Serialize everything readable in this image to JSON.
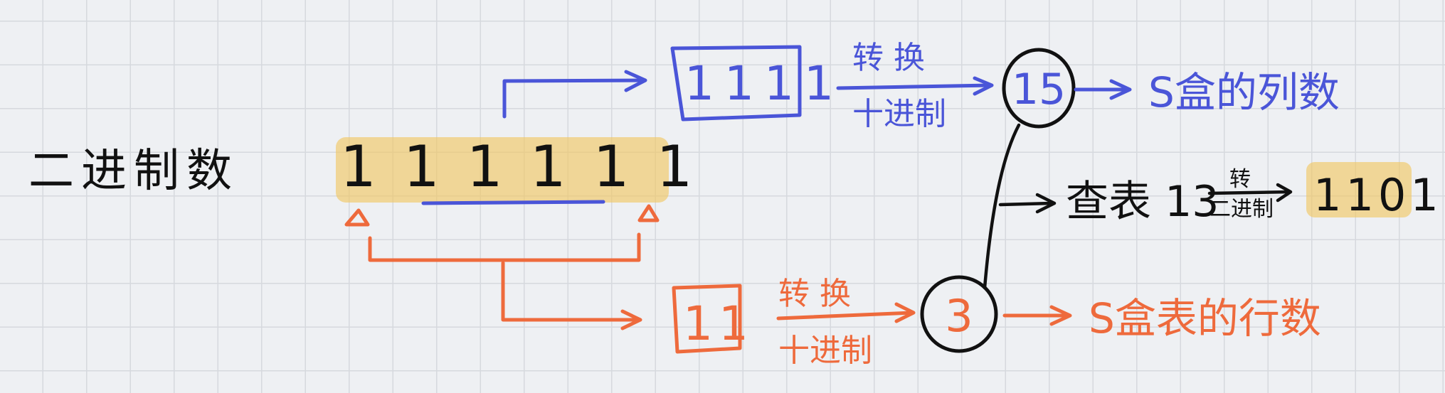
{
  "binary_label": "二进制数",
  "binary_bits": "111111",
  "top_box": "1111",
  "top_convert": "转换",
  "top_decimal": "十进制",
  "top_value": "15",
  "top_result": "S盒的列数",
  "bottom_box": "11",
  "bottom_convert": "转换",
  "bottom_decimal": "十进制",
  "bottom_value": "3",
  "bottom_result": "S盒表的行数",
  "lookup_text": "查表 13",
  "lookup_convert": "转",
  "lookup_base": "二进制",
  "lookup_result": "1101",
  "colors": {
    "blue": "#4a55d8",
    "orange": "#ee6a3c",
    "black": "#111111",
    "highlight": "#f2c55a"
  }
}
